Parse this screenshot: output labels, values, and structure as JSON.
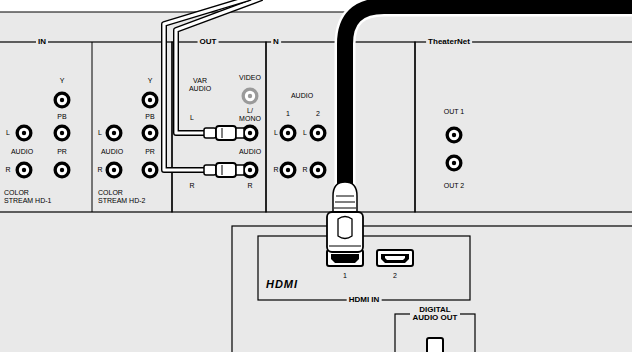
{
  "diagram": {
    "nodes": [
      {
        "text": [
          "IN"
        ]
      },
      {
        "text": [
          "OUT"
        ]
      },
      {
        "text": [
          "N"
        ]
      },
      {
        "text": [
          "TheaterNet"
        ]
      },
      {
        "text": [
          "HDMI IN"
        ]
      },
      {
        "text": [
          "DIGITAL AUDIO OUT"
        ]
      }
    ],
    "labels": [
      "Y",
      "PB",
      "PR",
      "L",
      "AUDIO",
      "R",
      "COLOR STREAM HD-1",
      "Y",
      "PB",
      "PR",
      "L",
      "AUDIO",
      "R",
      "COLOR STREAM HD-2",
      "VAR AUDIO",
      "L",
      "R",
      "VIDEO",
      "L/ MONO",
      "AUDIO",
      "R",
      "AUDIO",
      "1",
      "2",
      "L",
      "L",
      "R",
      "R",
      "OUT 1",
      "OUT 2",
      "1",
      "2",
      "HDMI"
    ]
  }
}
